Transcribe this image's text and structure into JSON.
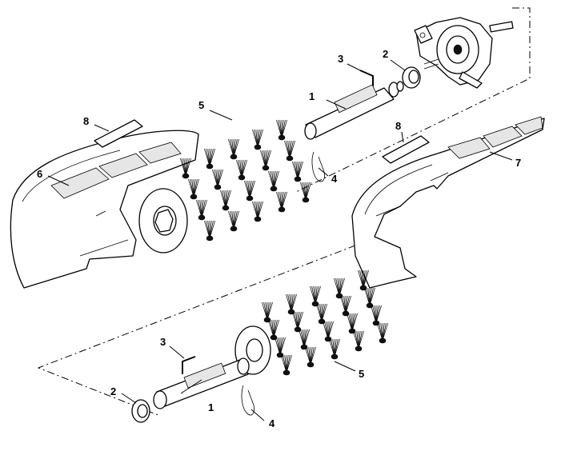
{
  "callouts": [
    {
      "id": "c1a",
      "text": "1"
    },
    {
      "id": "c1b",
      "text": "1"
    },
    {
      "id": "c2a",
      "text": "2"
    },
    {
      "id": "c2b",
      "text": "2"
    },
    {
      "id": "c3a",
      "text": "3"
    },
    {
      "id": "c3b",
      "text": "3"
    },
    {
      "id": "c4a",
      "text": "4"
    },
    {
      "id": "c4b",
      "text": "4"
    },
    {
      "id": "c5a",
      "text": "5"
    },
    {
      "id": "c5b",
      "text": "5"
    },
    {
      "id": "c6",
      "text": "6"
    },
    {
      "id": "c7",
      "text": "7"
    },
    {
      "id": "c8a",
      "text": "8"
    },
    {
      "id": "c8b",
      "text": "8"
    }
  ]
}
